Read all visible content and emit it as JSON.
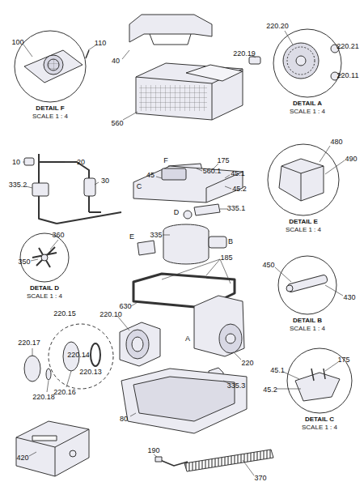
{
  "diagram": {
    "nodes": [
      {
        "text": [
          "DETAIL F",
          "SCALE 1 : 4"
        ]
      },
      {
        "text": [
          "DETAIL A",
          "SCALE 1 : 4"
        ]
      },
      {
        "text": [
          "DETAIL E",
          "SCALE 1 : 4"
        ]
      },
      {
        "text": [
          "DETAIL D",
          "SCALE 1 : 4"
        ]
      },
      {
        "text": [
          "DETAIL B",
          "SCALE 1 : 4"
        ]
      },
      {
        "text": [
          "DETAIL C",
          "SCALE 1 : 4"
        ]
      }
    ],
    "labels": [
      "100",
      "110",
      "40",
      "560",
      "560.1",
      "220.20",
      "220.21",
      "220.19",
      "220.11",
      "10",
      "20",
      "30",
      "335.2",
      "45",
      "175",
      "45.1",
      "45.2",
      "480",
      "490",
      "335.1",
      "335",
      "185",
      "360",
      "350",
      "450",
      "430",
      "630",
      "220.15",
      "220.10",
      "220.17",
      "220.14",
      "220.13",
      "220.16",
      "220.18",
      "220",
      "335.3",
      "45.1",
      "175",
      "45.2",
      "80",
      "190",
      "370",
      "420",
      "F",
      "C",
      "D",
      "E",
      "B",
      "A"
    ]
  }
}
